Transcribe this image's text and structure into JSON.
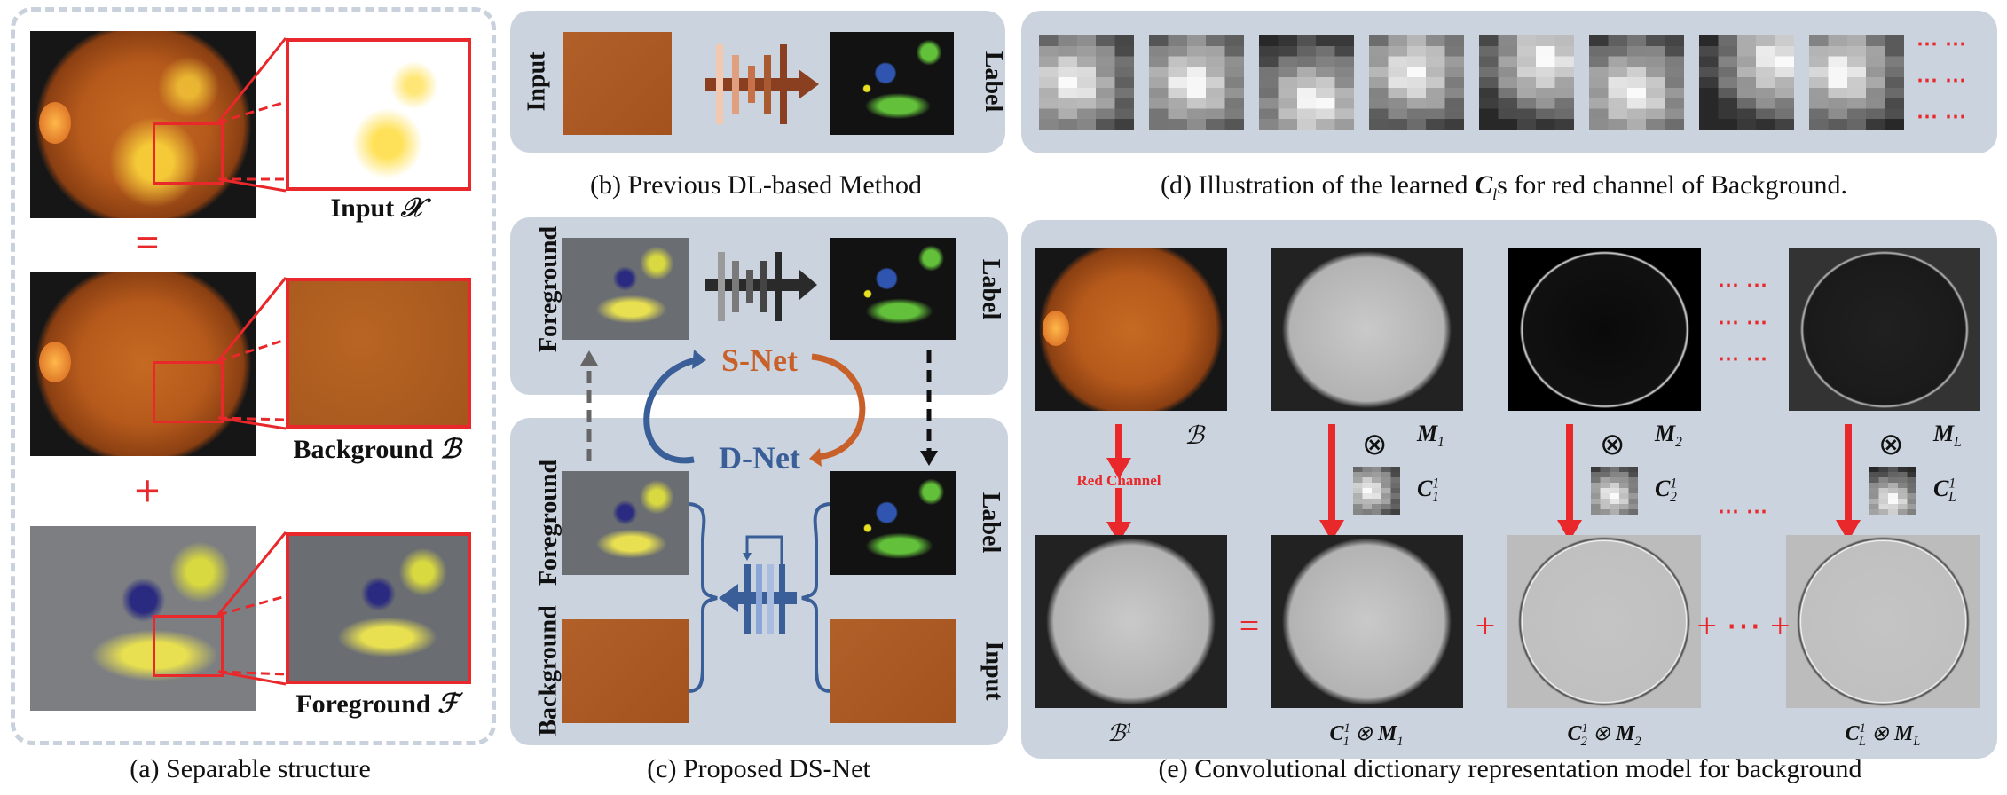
{
  "panel_a": {
    "caption": "(a) Separable structure",
    "rows": [
      {
        "label": "Input",
        "symbol": "𝒳"
      },
      {
        "label": "Background",
        "symbol": "ℬ"
      },
      {
        "label": "Foreground",
        "symbol": "ℱ"
      }
    ],
    "equals": "=",
    "plus": "+"
  },
  "panel_b": {
    "caption": "(b) Previous DL-based Method",
    "left_label": "Input",
    "right_label": "Label"
  },
  "panel_c": {
    "caption": "(c) Proposed DS-Net",
    "top_left_label": "Foreground",
    "top_right_label": "Label",
    "s_net": "S-Net",
    "d_net": "D-Net",
    "bottom_left_labels": [
      "Foreground",
      "Background"
    ],
    "bottom_right_labels": [
      "Label",
      "Input"
    ]
  },
  "panel_d": {
    "caption_prefix": "(d) Illustration of the learned ",
    "caption_math": "C",
    "caption_sub": "l",
    "caption_suffix": "s for red channel of Background.",
    "dots": "⋯ ⋯"
  },
  "panel_e": {
    "caption": "(e) Convolutional dictionary representation model for background",
    "red_channel": "Red Channel",
    "b_symbol": "ℬ",
    "b1_symbol": "ℬ",
    "b1_sup": "1",
    "conv": "⊗",
    "dots": "⋯ ⋯",
    "equals": "=",
    "plus": "+",
    "plus_dots": "+ ⋯ +",
    "maps": [
      {
        "m": "M",
        "m_sub": "1",
        "c": "C",
        "c_sub": "1",
        "c_sup": "1"
      },
      {
        "m": "M",
        "m_sub": "2",
        "c": "C",
        "c_sub": "2",
        "c_sup": "1"
      },
      {
        "m": "M",
        "m_sub": "L",
        "c": "C",
        "c_sub": "L",
        "c_sup": "1"
      }
    ]
  },
  "colors": {
    "panel_bg": "#cbd4de",
    "red": "#e8282a",
    "s_net": "#c8602a",
    "d_net": "#3a5e98"
  }
}
